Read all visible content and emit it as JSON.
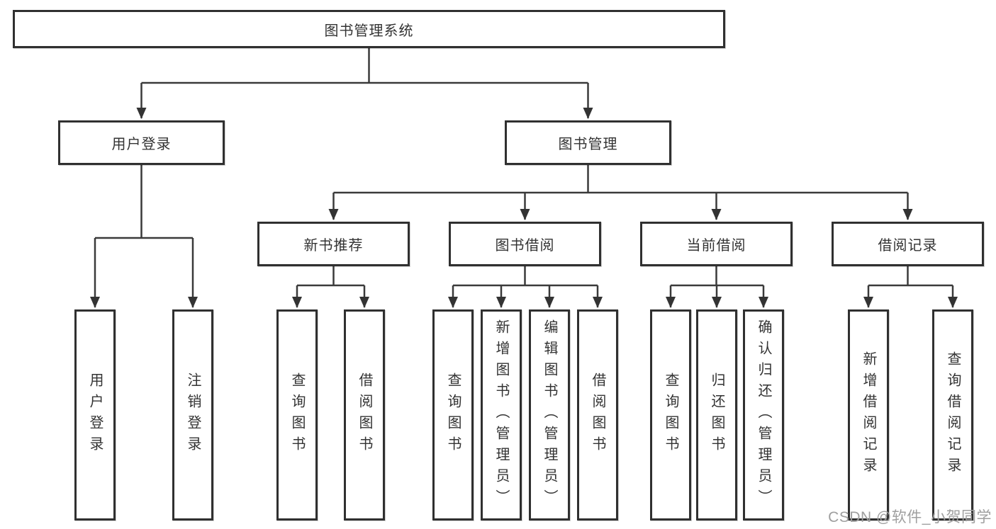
{
  "diagram": {
    "root": {
      "label": "图书管理系统"
    },
    "level1": [
      {
        "label": "用户登录"
      },
      {
        "label": "图书管理"
      }
    ],
    "level2": [
      {
        "label": "新书推荐"
      },
      {
        "label": "图书借阅"
      },
      {
        "label": "当前借阅"
      },
      {
        "label": "借阅记录"
      }
    ],
    "leaves": {
      "login": [
        "用户登录",
        "注销登录"
      ],
      "new_books": [
        "查询图书",
        "借阅图书"
      ],
      "book_borrow": [
        "查询图书",
        "新增图书（管理员）",
        "编辑图书（管理员）",
        "借阅图书"
      ],
      "current_borrow": [
        "查询图书",
        "归还图书",
        "确认归还（管理员）"
      ],
      "borrow_records": [
        "新增借阅记录",
        "查询借阅记录"
      ]
    }
  },
  "watermark": "CSDN @软件_小贺同学",
  "colors": {
    "line": "#3a3a3a",
    "border": "#303030",
    "text": "#333333",
    "background": "#ffffff",
    "watermark": "#9f9f9f"
  }
}
